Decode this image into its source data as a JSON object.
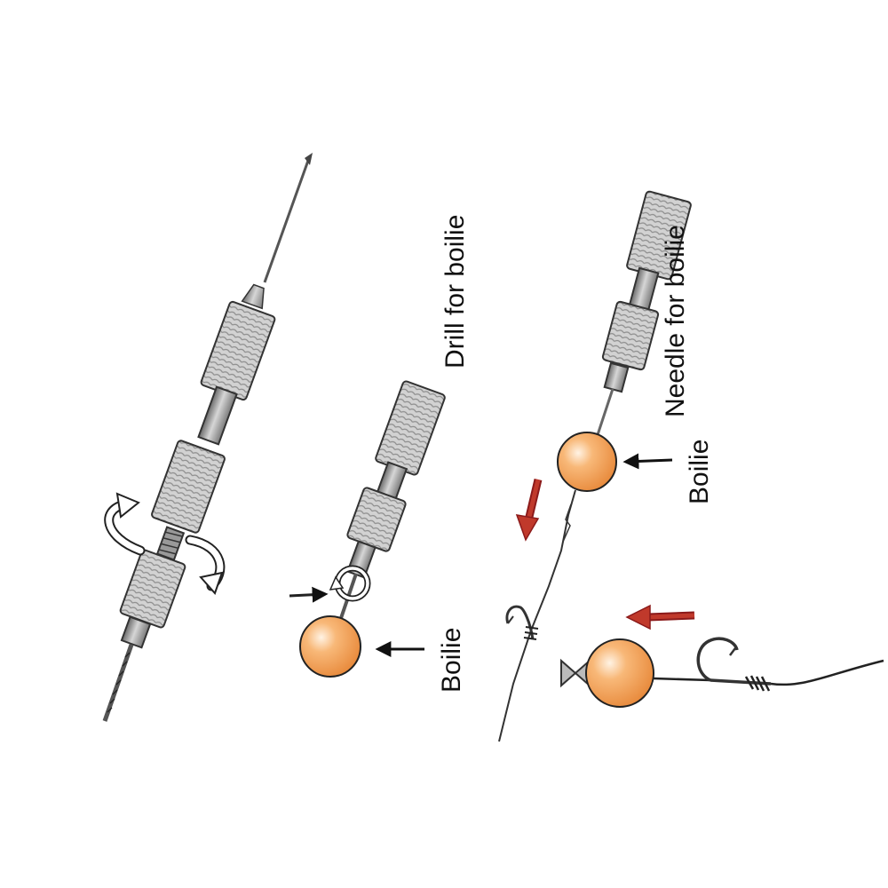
{
  "labels": {
    "drill": "Drill for boilie",
    "needle": "Needle for boilie",
    "boilie_drill": "Boilie",
    "boilie_needle": "Boilie"
  },
  "colors": {
    "boilie": "#f4a460",
    "boilie_dark": "#d9823a",
    "arrow_red": "#b22222",
    "metal": "#b5b5b5",
    "metal_dark": "#6f6f6f",
    "line": "#333333"
  }
}
